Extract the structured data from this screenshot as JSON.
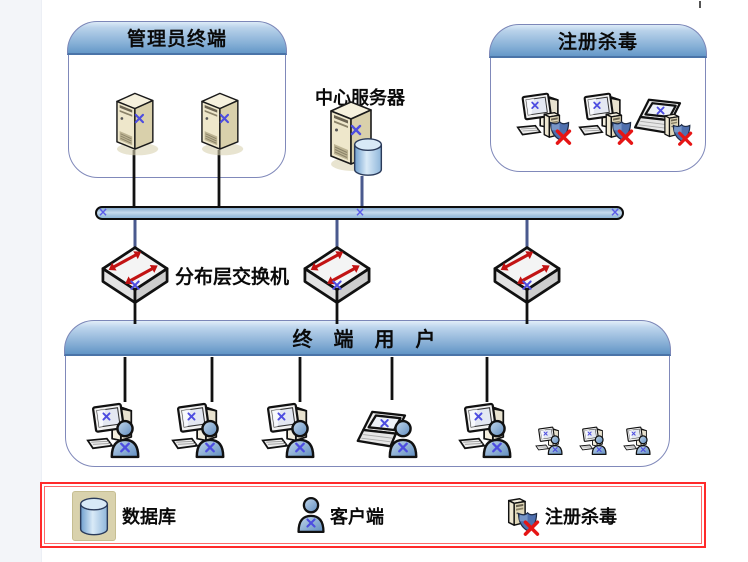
{
  "diagram": {
    "admin_group": {
      "title": "管理员终端"
    },
    "central_server": {
      "label": "中心服务器"
    },
    "antivirus_group": {
      "title": "注册杀毒"
    },
    "distribution_switch_label": "分布层交换机",
    "end_users_group": {
      "title": "终 端 用 户"
    },
    "backbone": {
      "node_marks": [
        "×",
        "×",
        "×"
      ]
    },
    "legend": {
      "items": [
        {
          "icon": "database-icon",
          "label": "数据库"
        },
        {
          "icon": "client-icon",
          "label": "客户端"
        },
        {
          "icon": "antivirus-icon",
          "label": "注册杀毒"
        }
      ]
    },
    "colors": {
      "header_gradient_top": "#b9d2ea",
      "header_gradient_bottom": "#6598c8",
      "box_border": "#8089ba",
      "bus_fill": "#aac8e2",
      "line_dark_blue": "#4a5a8e",
      "line_black": "#111111",
      "legend_border": "#ff2a2a",
      "mark_blue": "#5b5bea",
      "arrow_red": "#c21313"
    }
  }
}
